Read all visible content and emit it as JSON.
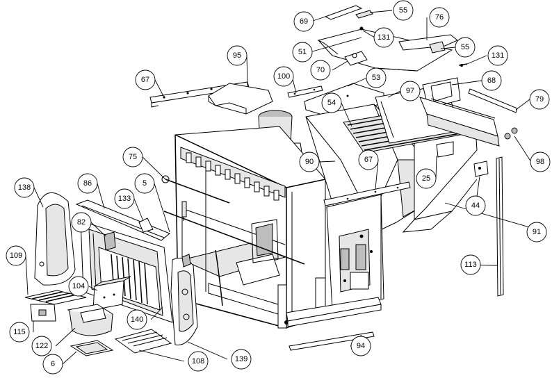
{
  "callouts": [
    {
      "key": "c69",
      "label": "69"
    },
    {
      "key": "c55a",
      "label": "55"
    },
    {
      "key": "c76",
      "label": "76"
    },
    {
      "key": "c131a",
      "label": "131"
    },
    {
      "key": "c51",
      "label": "51"
    },
    {
      "key": "c55b",
      "label": "55"
    },
    {
      "key": "c95",
      "label": "95"
    },
    {
      "key": "c70",
      "label": "70"
    },
    {
      "key": "c131b",
      "label": "131"
    },
    {
      "key": "c67a",
      "label": "67"
    },
    {
      "key": "c100",
      "label": "100"
    },
    {
      "key": "c53",
      "label": "53"
    },
    {
      "key": "c68",
      "label": "68"
    },
    {
      "key": "c97",
      "label": "97"
    },
    {
      "key": "c54",
      "label": "54"
    },
    {
      "key": "c79",
      "label": "79"
    },
    {
      "key": "c75",
      "label": "75"
    },
    {
      "key": "c90",
      "label": "90"
    },
    {
      "key": "c67b",
      "label": "67"
    },
    {
      "key": "c98",
      "label": "98"
    },
    {
      "key": "c138",
      "label": "138"
    },
    {
      "key": "c86",
      "label": "86"
    },
    {
      "key": "c5",
      "label": "5"
    },
    {
      "key": "c25",
      "label": "25"
    },
    {
      "key": "c133",
      "label": "133"
    },
    {
      "key": "c44",
      "label": "44"
    },
    {
      "key": "c82",
      "label": "82"
    },
    {
      "key": "c91",
      "label": "91"
    },
    {
      "key": "c109",
      "label": "109"
    },
    {
      "key": "c113",
      "label": "113"
    },
    {
      "key": "c104",
      "label": "104"
    },
    {
      "key": "c140",
      "label": "140"
    },
    {
      "key": "c115",
      "label": "115"
    },
    {
      "key": "c122",
      "label": "122"
    },
    {
      "key": "c94",
      "label": "94"
    },
    {
      "key": "c139",
      "label": "139"
    },
    {
      "key": "c6",
      "label": "6"
    },
    {
      "key": "c108",
      "label": "108"
    }
  ]
}
